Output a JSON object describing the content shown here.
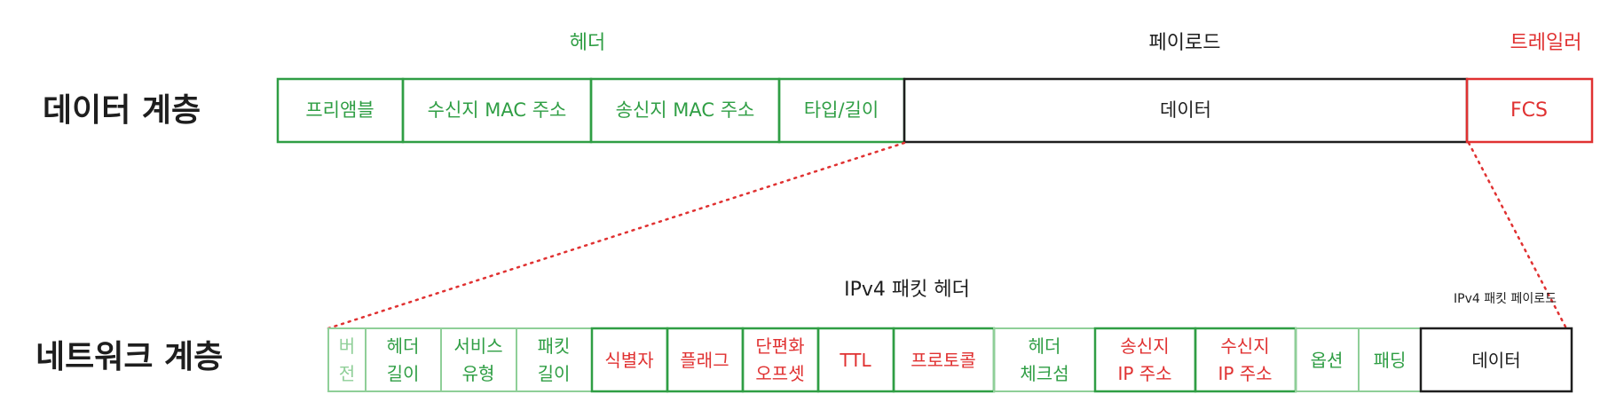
{
  "colors": {
    "green": "#2f9e44",
    "lightgreen": "#8fcf98",
    "red": "#e03131",
    "black": "#1e1e1e"
  },
  "data_link": {
    "layer_label": "데이터 계층",
    "header_label": "헤더",
    "payload_label": "페이로드",
    "trailer_label": "트레일러",
    "fields": {
      "preamble": "프리앰블",
      "dest_mac": "수신지 MAC 주소",
      "src_mac": "송신지 MAC 주소",
      "type_length": "타입/길이",
      "data": "데이터",
      "fcs": "FCS"
    }
  },
  "network": {
    "layer_label": "네트워크 계층",
    "header_label": "IPv4 패킷 헤더",
    "payload_label": "IPv4 패킷 페이로드",
    "fields": {
      "version": [
        "버",
        "전"
      ],
      "header_length": [
        "헤더",
        "길이"
      ],
      "service_type": [
        "서비스",
        "유형"
      ],
      "packet_length": [
        "패킷",
        "길이"
      ],
      "identifier": "식별자",
      "flags": "플래그",
      "fragment_offset": [
        "단편화",
        "오프셋"
      ],
      "ttl": "TTL",
      "protocol": "프로토콜",
      "header_checksum": [
        "헤더",
        "체크섬"
      ],
      "src_ip": [
        "송신지",
        "IP 주소"
      ],
      "dest_ip": [
        "수신지",
        "IP 주소"
      ],
      "options": "옵션",
      "padding": "패딩",
      "data": "데이터"
    }
  }
}
